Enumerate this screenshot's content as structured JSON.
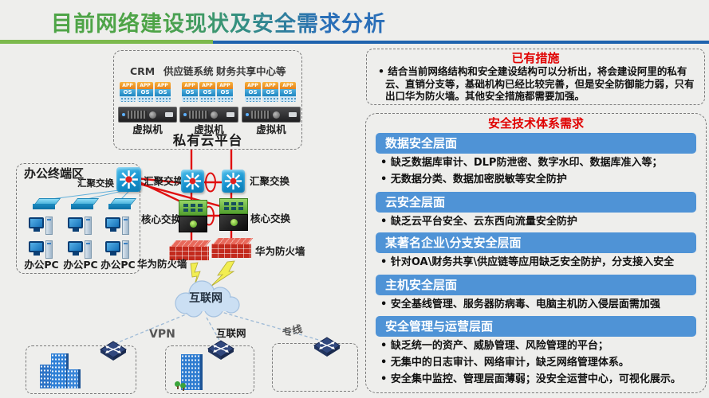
{
  "title": "目前网络建设现状及安全需求分析",
  "cloud_platform": {
    "systems": {
      "crm": "CRM",
      "scm": "供应链系统",
      "finance": "财务共享中心等"
    },
    "badge": {
      "app": "APP",
      "os": "OS"
    },
    "vm": "虚拟机",
    "name": "私有云平台"
  },
  "office": {
    "title": "办公终端区",
    "agg": "汇聚交换",
    "pc": "办公PC"
  },
  "core_net": {
    "agg_left": "汇聚交换",
    "agg_right": "汇聚交换",
    "core_left": "核心交换",
    "core_right": "核心交换",
    "fw_left": "华为防火墙",
    "fw_right": "华为防火墙",
    "internet": "互联网"
  },
  "wan": {
    "vpn": "VPN",
    "internet": "互联网",
    "leased": "专线"
  },
  "measures": {
    "title": "已有措施",
    "bullet": "结合当前网络结构和安全建设结构可以分析出，将会建设阿里的私有云、直销分支等，基础机构已经比较完善，但是安全防御能力弱，只有出口华为防火墙。其他安全措施都需要加强。"
  },
  "requirements": {
    "title": "安全技术体系需求",
    "sections": [
      {
        "header": "数据安全层面",
        "bullets": [
          "缺乏数据库审计、DLP防泄密、数字水印、数据库准入等；",
          "无数据分类、数据加密脱敏等安全防护"
        ]
      },
      {
        "header": "云安全层面",
        "bullets": [
          "缺乏云平台安全、云东西向流量安全防护"
        ]
      },
      {
        "header": "某著名企业\\分支安全层面",
        "bullets": [
          "针对OA\\财务共享\\供应链等应用缺乏安全防护，分支接入安全"
        ]
      },
      {
        "header": "主机安全层面",
        "bullets": [
          "安全基线管理、服务器防病毒、电脑主机防入侵层面需加强"
        ]
      },
      {
        "header": "安全管理与运营层面",
        "bullets": [
          "缺乏统一的资产、威胁管理、风险管理的平台；",
          "无集中的日志审计、网络审计，缺乏网络管理体系。",
          "安全集中监控、管理层面薄弱；没安全运营中心，可视化展示。"
        ]
      }
    ]
  },
  "colors": {
    "accent_red": "#e00000",
    "bar_blue": "#4f93d6",
    "line_red": "#e01010",
    "title_green": "#4ea447",
    "title_blue": "#2a6fb8"
  }
}
